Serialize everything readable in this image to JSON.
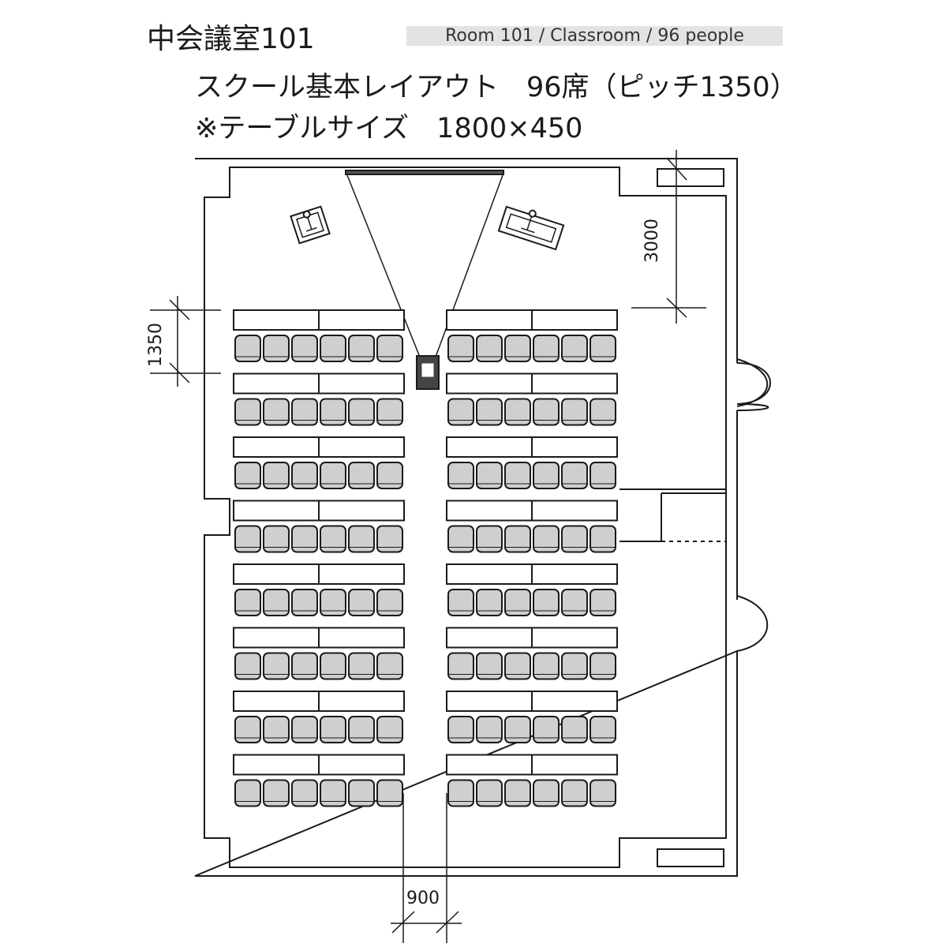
{
  "header": {
    "room_name": "中会議室101",
    "subtitle": "Room 101 / Classroom / 96 people",
    "layout_title": "スクール基本レイアウト　96席（ピッチ1350）",
    "table_size": "※テーブルサイズ　1800×450"
  },
  "dimensions": {
    "row_pitch": "1350",
    "front_clearance": "3000",
    "aisle_width": "900"
  },
  "layout": {
    "rows": 8,
    "blocks": 2,
    "tables_per_block_row": 2,
    "chairs_per_block_row": 6,
    "total_seats": 96
  },
  "colors": {
    "chair_fill": "#cfcfcf",
    "line": "#1a1a1a",
    "subtitle_bg": "#e3e3e3"
  }
}
